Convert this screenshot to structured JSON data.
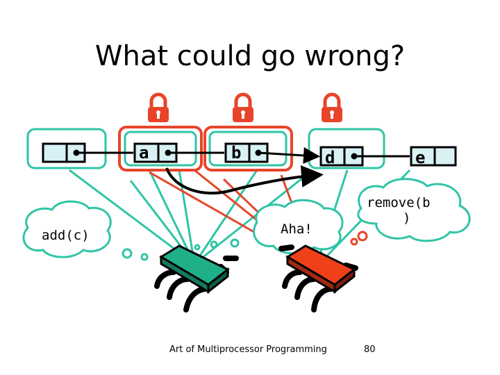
{
  "title": "What could go wrong?",
  "nodes": {
    "a": "a",
    "b": "b",
    "d": "d",
    "e": "e"
  },
  "thoughts": {
    "left": "add(c)",
    "middle": "Aha!",
    "right_line1": "remove(b",
    "right_line2": ")"
  },
  "footer": {
    "book": "Art of Multiprocessor Programming",
    "page": "80"
  },
  "colors": {
    "lock": "#e8442a",
    "thread_left": "#1fb08a",
    "thread_right": "#f0401a",
    "window": "#2fc4a6",
    "node_fill": "#d8f1f4"
  }
}
